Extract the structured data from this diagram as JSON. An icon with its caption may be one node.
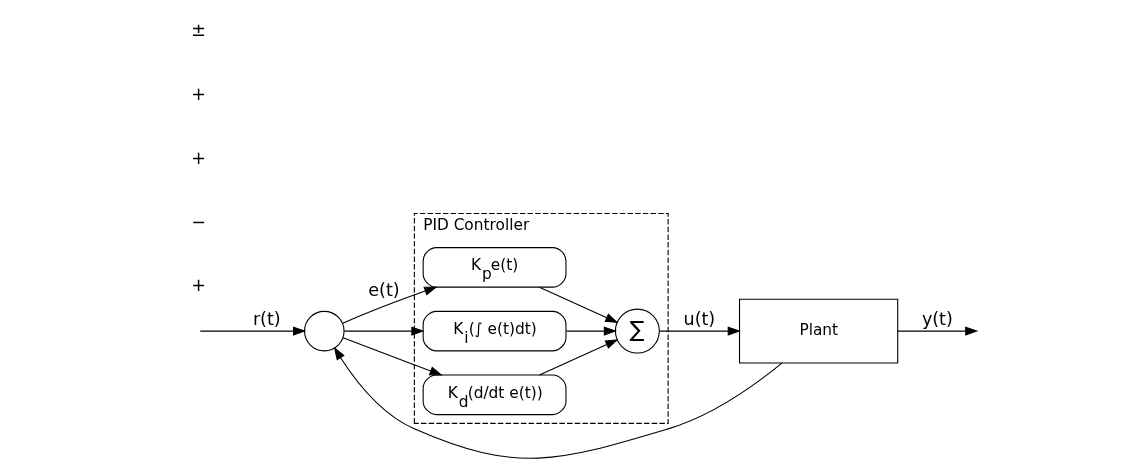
{
  "diagram": {
    "nodes": [
      {
        "text": [
          "PID Controller"
        ]
      },
      {
        "text": [],
        "shape": "circle"
      },
      {
        "text": [
          "K$_{p}$e(t)"
        ],
        "in": 0
      },
      {
        "text": [
          "K$_{i}$(∫ e(t)dt)"
        ],
        "in": 0
      },
      {
        "text": [
          "K$_{d}$(d/dt e(t))"
        ],
        "in": 0
      },
      {
        "text": [
          "∑"
        ],
        "in": 0
      },
      {
        "text": [
          "Plant"
        ]
      }
    ],
    "edges": [
      {
        "from": null,
        "to": 1,
        "arrow": "to",
        "label": "r(t)"
      },
      {
        "from": 1,
        "to": 2,
        "arrow": "to",
        "label": "e(t)"
      },
      {
        "from": 1,
        "to": 3,
        "arrow": "to"
      },
      {
        "from": 1,
        "to": 4,
        "arrow": "to"
      },
      {
        "from": 2,
        "to": 5,
        "arrow": "to"
      },
      {
        "from": 3,
        "to": 5,
        "arrow": "to"
      },
      {
        "from": 4,
        "to": 5,
        "arrow": "to"
      },
      {
        "from": 5,
        "to": 6,
        "arrow": "to",
        "label": "u(t)"
      },
      {
        "from": 6,
        "to": null,
        "arrow": "to",
        "label": "y(t)"
      },
      {
        "from": 6,
        "to": 1,
        "arrow": "to"
      }
    ],
    "labels": [
      "+",
      "−",
      "+",
      "+",
      "±"
    ]
  }
}
